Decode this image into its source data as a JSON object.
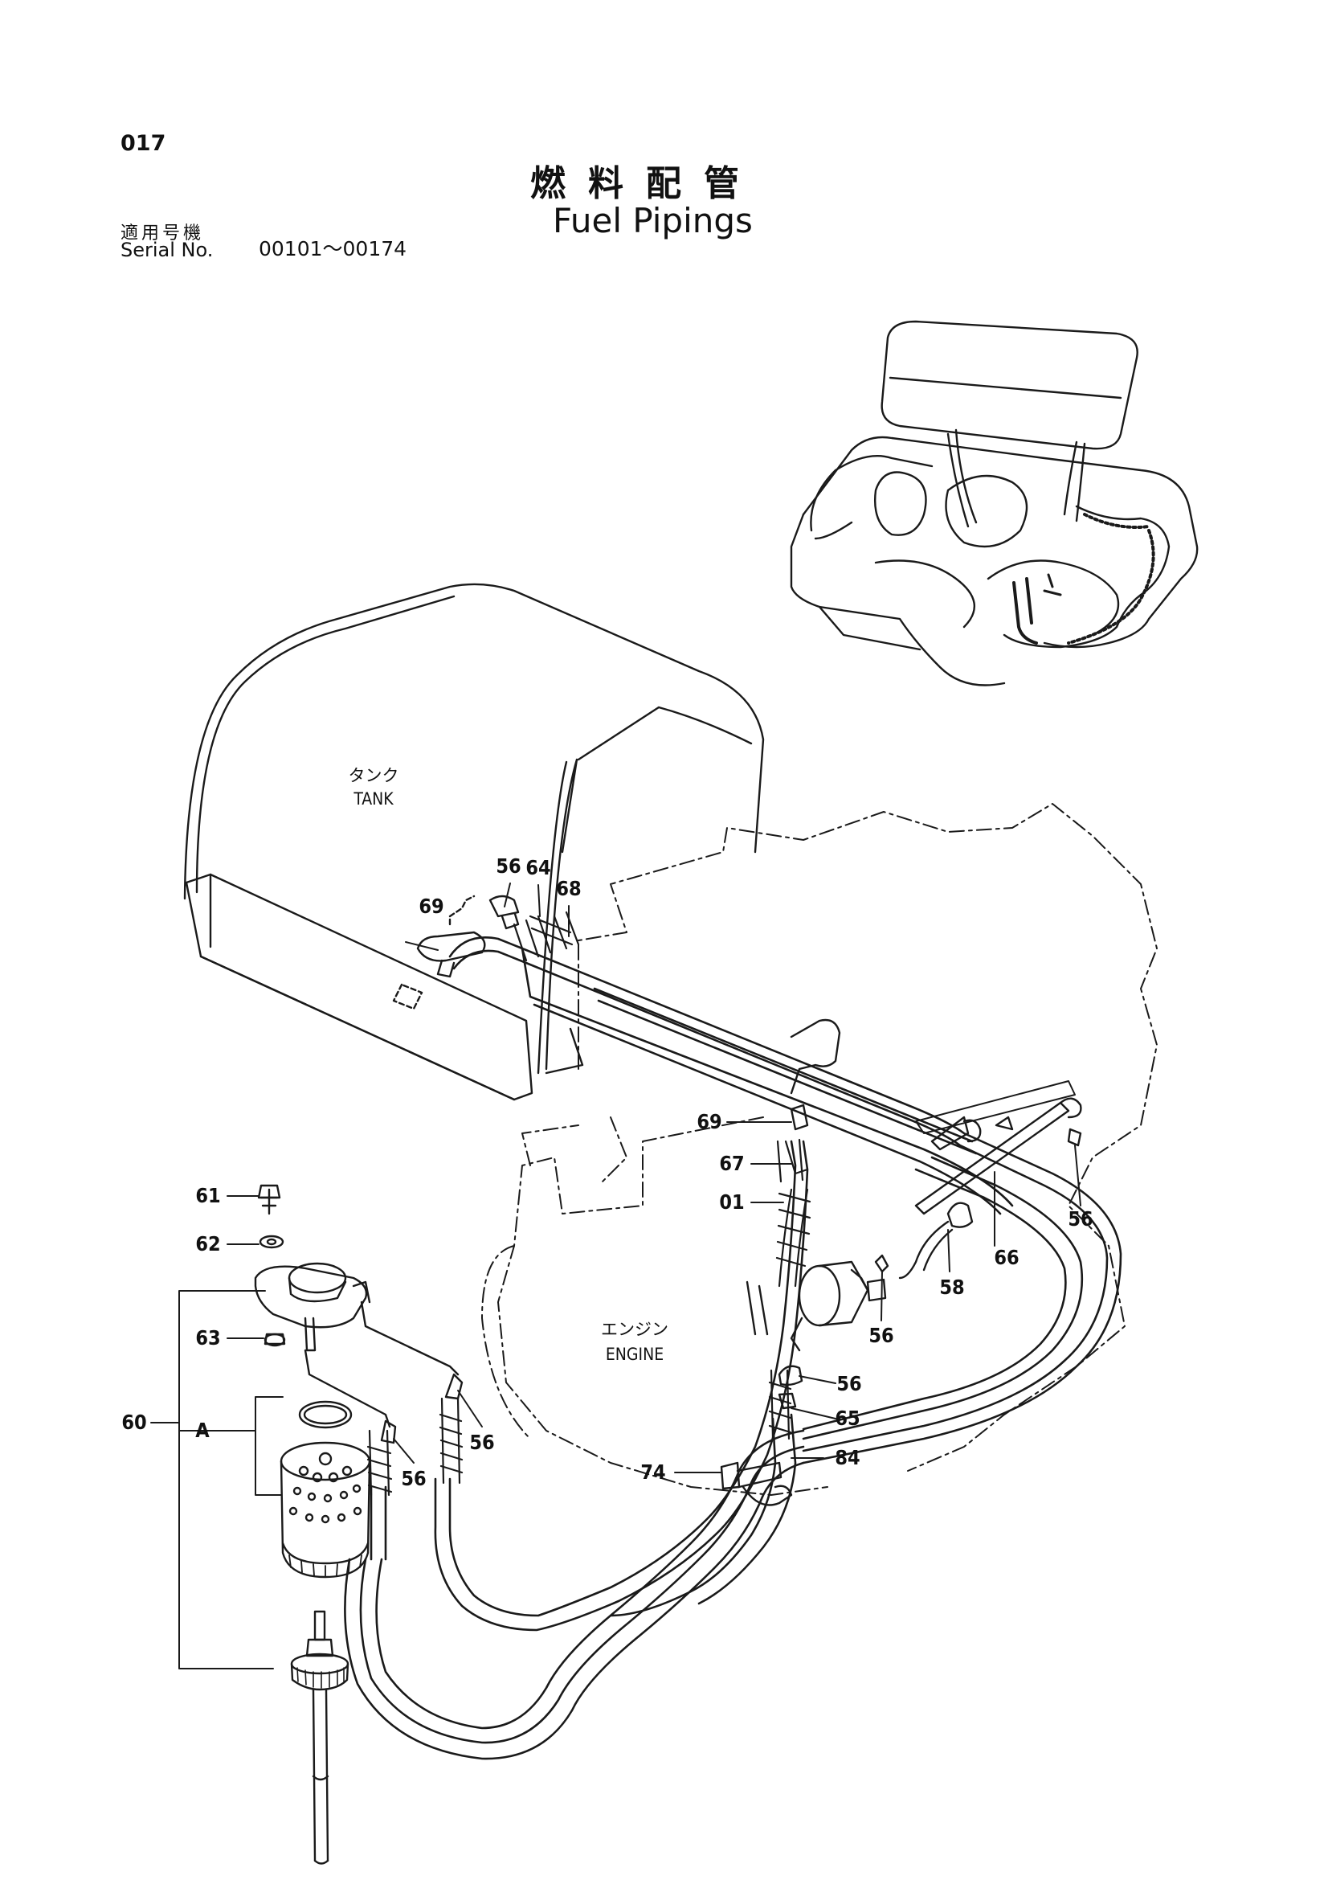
{
  "header": {
    "page_number": "017",
    "title_jp": "燃料配管",
    "title_en": "Fuel Pipings",
    "serial_label_jp": "適用号機",
    "serial_label_en": "Serial No.",
    "serial_range": "00101～00174"
  },
  "areas": {
    "tank_jp": "タンク",
    "tank_en": "TANK",
    "engine_jp": "エンジン",
    "engine_en": "ENGINE"
  },
  "callouts": {
    "c56a": "56",
    "c64": "64",
    "c68": "68",
    "c69a": "69",
    "c69b": "69",
    "c67": "67",
    "c01": "01",
    "c61": "61",
    "c62": "62",
    "c63": "63",
    "c60": "60",
    "cA": "A",
    "c56b": "56",
    "c58": "58",
    "c66": "66",
    "c56c": "56",
    "c56d": "56",
    "c65": "65",
    "c84": "84",
    "c74": "74",
    "c56e": "56",
    "c56f": "56"
  }
}
